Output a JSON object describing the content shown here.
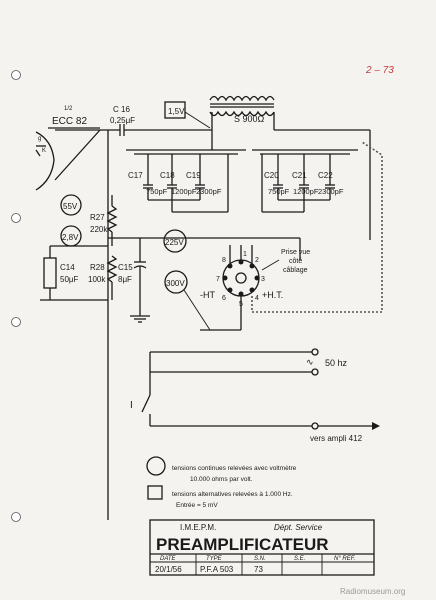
{
  "corner_note": "2 – 73",
  "tube": {
    "fraction": "1/2",
    "name": "ECC 82",
    "pin_g": "g",
    "pin_k": "K"
  },
  "capacitor_c16": {
    "name": "C 16",
    "value": "0,25μF"
  },
  "voltage_box_top": "1,5V",
  "transformer": {
    "name": "S 900Ω"
  },
  "filter_caps_left": [
    {
      "name": "C17",
      "value": "750pF"
    },
    {
      "name": "C18",
      "value": "1200pF"
    },
    {
      "name": "C19",
      "value": "2300pF"
    }
  ],
  "filter_caps_right": [
    {
      "name": "C20",
      "value": "750pF"
    },
    {
      "name": "C21",
      "value": "1200pF"
    },
    {
      "name": "C22",
      "value": "2300pF"
    }
  ],
  "voltage_circles": [
    "55V",
    "2,8V",
    "225V",
    "300V"
  ],
  "resistors": [
    {
      "name": "R27",
      "value": "220k"
    },
    {
      "name": "R28",
      "value": "100k"
    }
  ],
  "capacitor_c14": {
    "name": "C14",
    "value": "50μF"
  },
  "capacitor_c15": {
    "name": "C15",
    "value": "8μF"
  },
  "socket": {
    "pins": [
      "1",
      "2",
      "3",
      "4",
      "5",
      "6",
      "7",
      "8"
    ],
    "minus_ht": "-HT",
    "plus_ht": "+H.T.",
    "note_line1": "Prise vue",
    "note_line2": "côté",
    "note_line3": "câblage"
  },
  "mains": {
    "tilde": "∿",
    "freq": "50 hz",
    "switch_label": "I"
  },
  "output_label": "vers ampli 412",
  "legend": {
    "dc_line1": "tensions continues relevées avec voltmètre",
    "dc_line2": "10.000 ohms par volt.",
    "ac_line1": "tensions alternatives relevées à 1.000 Hz.",
    "ac_line2": "Entrée = 5 mV"
  },
  "title_block": {
    "org": "I.M.E.P.M.",
    "dept": "Dépt. Service",
    "title": "PREAMPLIFICATEUR",
    "headers": [
      "DATE",
      "TYPE",
      "S.N.",
      "S.E.",
      "N° REF."
    ],
    "values": [
      "20/1/56",
      "P.F.A 503",
      "73",
      "",
      ""
    ]
  },
  "watermark": "Radiomuseum.org"
}
